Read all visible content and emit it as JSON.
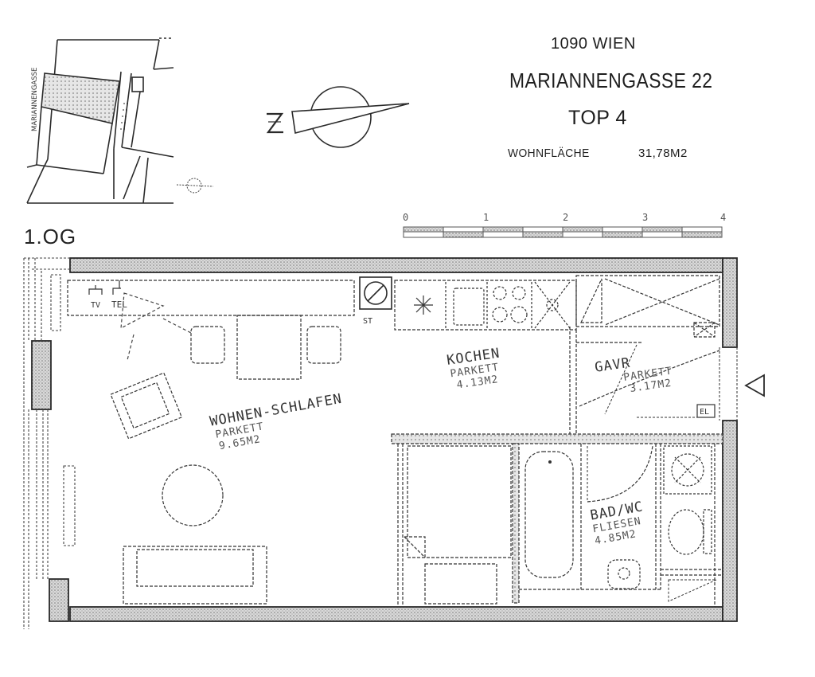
{
  "header": {
    "city": "1090  WIEN",
    "street": "MARIANNENGASSE  22",
    "unit": "TOP 4",
    "living_area_label": "WOHNFLÄCHE",
    "living_area_value": "31,78M2"
  },
  "site_plan": {
    "street_label": "MARIANNENGASSE"
  },
  "compass": {
    "north_label": "N"
  },
  "floor": {
    "label": "1.OG"
  },
  "scale_bar": {
    "ticks": [
      "0",
      "1",
      "2",
      "3",
      "4"
    ]
  },
  "rooms": [
    {
      "name": "WOHNEN-SCHLAFEN",
      "floor": "PARKETT",
      "area": "9.65M2"
    },
    {
      "name": "KOCHEN",
      "floor": "PARKETT",
      "area": "4.13M2"
    },
    {
      "name": "GAVR",
      "floor": "PARKETT",
      "area": "3.17M2"
    },
    {
      "name": "BAD/WC",
      "floor": "FLIESEN",
      "area": "4.85M2"
    }
  ],
  "fixtures": {
    "tv": "TV",
    "tel": "TEL",
    "el_entry": "EL",
    "boiler_label": "ST"
  },
  "colors": {
    "line": "#2a2a2a",
    "hatch": "#8a8a8a",
    "background": "#ffffff"
  }
}
